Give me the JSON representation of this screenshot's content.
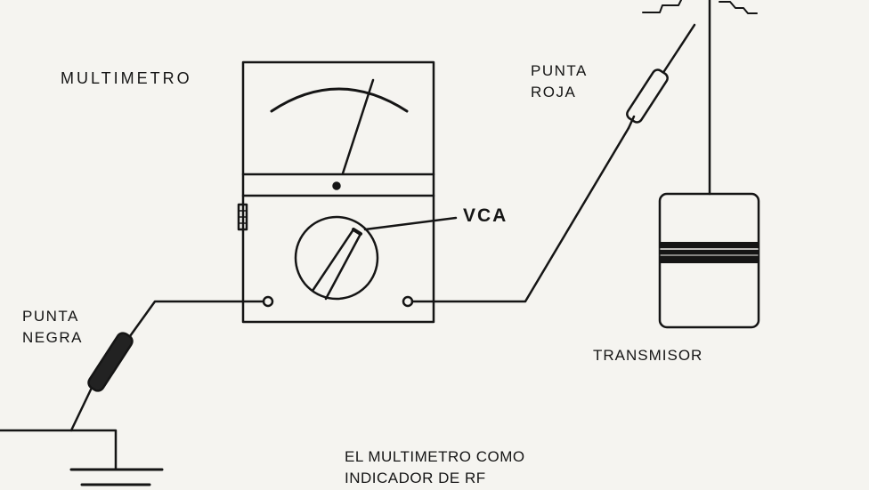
{
  "labels": {
    "multimeter": "MULTIMETRO",
    "red_probe_line1": "PUNTA",
    "red_probe_line2": "ROJA",
    "black_probe_line1": "PUNTA",
    "black_probe_line2": "NEGRA",
    "selector": "VCA",
    "transmitter": "TRANSMISOR",
    "caption_line1": "EL MULTIMETRO COMO",
    "caption_line2": "INDICADOR DE RF"
  },
  "colors": {
    "ink": "#151515",
    "paper": "#f5f4f0"
  }
}
